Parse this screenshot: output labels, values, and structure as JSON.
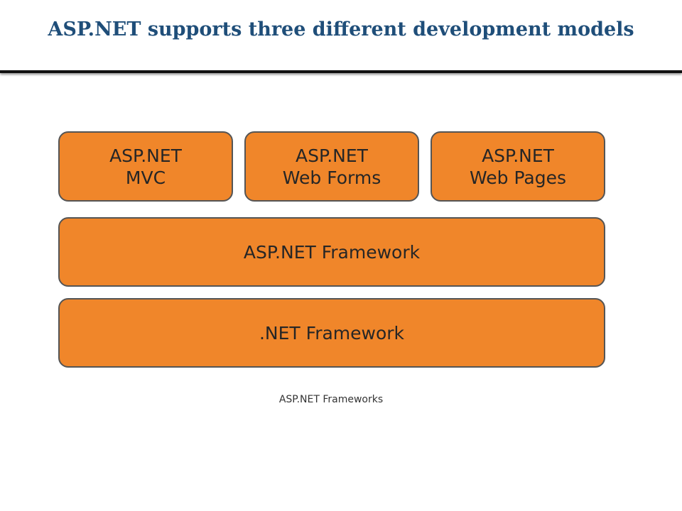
{
  "slide": {
    "title": "ASP.NET supports three different development models"
  },
  "diagram": {
    "top_row": [
      {
        "line1": "ASP.NET",
        "line2": "MVC"
      },
      {
        "line1": "ASP.NET",
        "line2": "Web Forms"
      },
      {
        "line1": "ASP.NET",
        "line2": "Web Pages"
      }
    ],
    "middle_layer": "ASP.NET Framework",
    "bottom_layer": ".NET Framework",
    "caption": "ASP.NET Frameworks",
    "colors": {
      "block_fill": "#f0862a",
      "block_border": "#555555",
      "title": "#1f4e79"
    }
  }
}
